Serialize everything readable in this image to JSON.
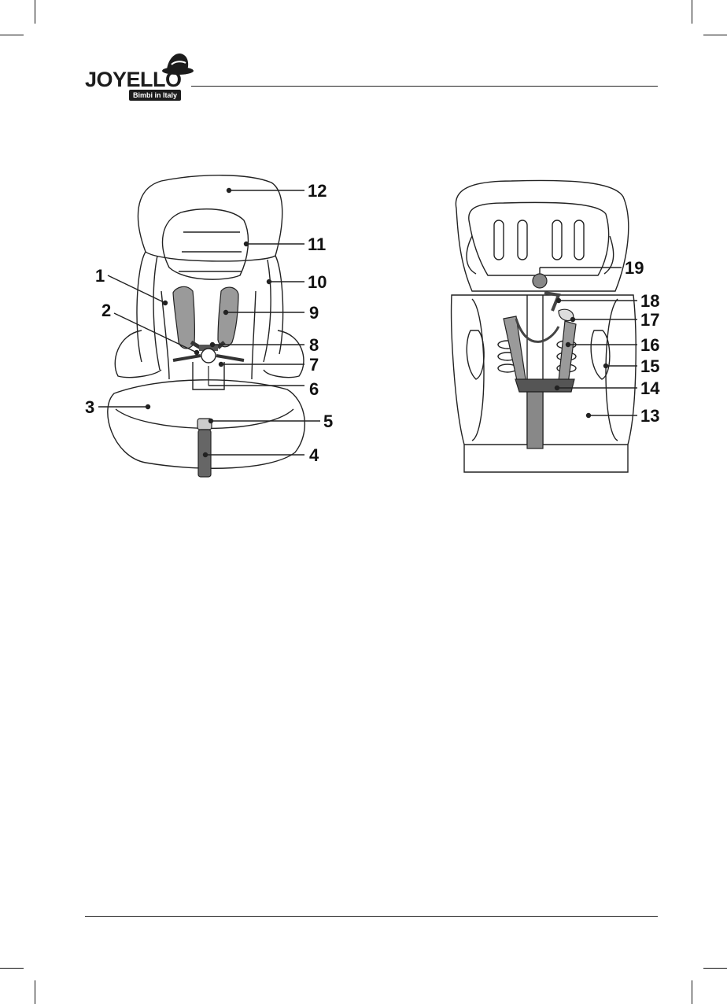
{
  "header": {
    "brand": "JOYELLO",
    "tagline": "Bimbi in Italy"
  },
  "front_view": {
    "callouts": [
      "1",
      "2",
      "3",
      "4",
      "5",
      "6",
      "7",
      "8",
      "9",
      "10",
      "11",
      "12"
    ]
  },
  "back_view": {
    "callouts": [
      "13",
      "14",
      "15",
      "16",
      "17",
      "18",
      "19"
    ]
  },
  "icons": [
    "hat-logo-icon"
  ],
  "colors": {
    "ink": "#111111",
    "fabric_grey": "#9a9a9a",
    "strap_dark": "#555555"
  }
}
